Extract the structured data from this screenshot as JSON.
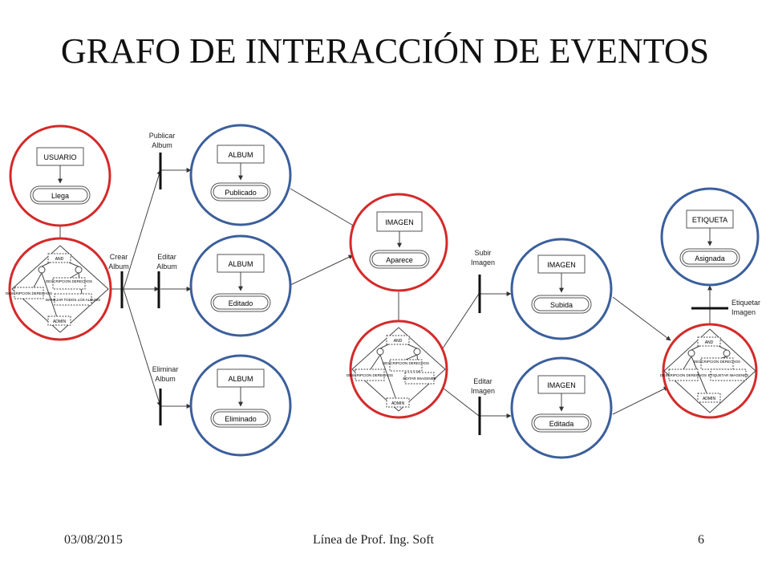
{
  "slide": {
    "title": "GRAFO DE INTERACCIÓN DE EVENTOS",
    "footer_date": "03/08/2015",
    "footer_center": "Línea de Prof. Ing. Soft",
    "page_number": "6"
  },
  "colors": {
    "state_ring": "#3b5f9b",
    "decision_ring": "#d42a2a",
    "line": "#333333",
    "box_border": "#555555"
  },
  "states": [
    {
      "id": "usuario",
      "ring": "red",
      "entity": "USUARIO",
      "state": "Llega"
    },
    {
      "id": "album-publicado",
      "ring": "blue",
      "entity": "ALBUM",
      "state": "Publicado"
    },
    {
      "id": "album-editado",
      "ring": "blue",
      "entity": "ALBUM",
      "state": "Editado"
    },
    {
      "id": "album-eliminado",
      "ring": "blue",
      "entity": "ALBUM",
      "state": "Eliminado"
    },
    {
      "id": "imagen-aparece",
      "ring": "red",
      "entity": "IMAGEN",
      "state": "Aparece"
    },
    {
      "id": "imagen-subida",
      "ring": "blue",
      "entity": "IMAGEN",
      "state": "Subida"
    },
    {
      "id": "imagen-editada",
      "ring": "blue",
      "entity": "IMAGEN",
      "state": "Editada"
    },
    {
      "id": "etiqueta-asignada",
      "ring": "blue",
      "entity": "ETIQUETA",
      "state": "Asignada"
    }
  ],
  "decisions": [
    {
      "id": "decision-1",
      "and": "AND",
      "left": "DESCRIPCION DERECHOS",
      "top_right": "DESCRIPCION DERECHOS",
      "right": "MANEJAR TODOS LOS ALBUMS",
      "bottom": "ADMIN"
    },
    {
      "id": "decision-2",
      "and": "AND",
      "left": "DESCRIPCION DERECHOS",
      "top_right": "DESCRIPCION DERECHOS",
      "right": "EDITAR IMAGENES",
      "bottom": "ADMIN"
    },
    {
      "id": "decision-3",
      "and": "AND",
      "left": "DESCRIPCION DERECHOS",
      "top_right": "DESCRIPCION DERECHOS",
      "right": "ETIQUETAR IMAGENES",
      "bottom": "ADMIN"
    }
  ],
  "events": [
    {
      "id": "publicar",
      "label": [
        "Publicar",
        "Album"
      ]
    },
    {
      "id": "crear",
      "label": [
        "Crear",
        "Album"
      ]
    },
    {
      "id": "editar-album",
      "label": [
        "Editar",
        "Album"
      ]
    },
    {
      "id": "eliminar",
      "label": [
        "Eliminar",
        "Album"
      ]
    },
    {
      "id": "subir",
      "label": [
        "Subir",
        "Imagen"
      ]
    },
    {
      "id": "editar-imagen",
      "label": [
        "Editar",
        "Imagen"
      ]
    },
    {
      "id": "etiquetar",
      "label": [
        "Etiquetar",
        "Imagen"
      ]
    }
  ]
}
